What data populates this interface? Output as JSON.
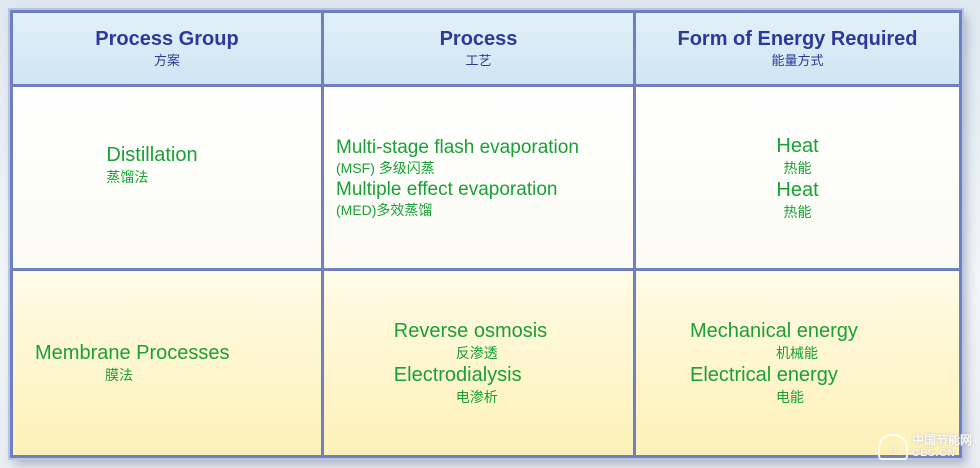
{
  "headers": [
    {
      "en": "Process Group",
      "cn": "方案"
    },
    {
      "en": "Process",
      "cn": "工艺"
    },
    {
      "en": "Form of  Energy Required",
      "cn": "能量方式"
    }
  ],
  "rows": [
    {
      "group": {
        "en": "Distillation",
        "cn": "蒸馏法"
      },
      "process": [
        {
          "en": "Multi-stage flash evaporation",
          "cn": "(MSF) 多级闪蒸"
        },
        {
          "en": "Multiple effect evaporation",
          "cn": "(MED)多效蒸馏"
        }
      ],
      "energy": [
        {
          "en": "Heat",
          "cn": "热能"
        },
        {
          "en": "Heat",
          "cn": "热能"
        }
      ]
    },
    {
      "group": {
        "en": "Membrane Processes",
        "cn": "膜法"
      },
      "process": [
        {
          "en": "Reverse osmosis",
          "cn": "反渗透"
        },
        {
          "en": "Electrodialysis",
          "cn": "电渗析"
        }
      ],
      "energy": [
        {
          "en": "Mechanical energy",
          "cn": "机械能"
        },
        {
          "en": "Electrical energy",
          "cn": "电能"
        }
      ]
    }
  ],
  "watermark": {
    "cn": "中国节能网",
    "en": "CES.CN",
    "logo": "ces-logo-icon"
  },
  "colors": {
    "border": "#6f7fc0",
    "header_text": "#2b3a9a",
    "body_text": "#1aa036"
  }
}
